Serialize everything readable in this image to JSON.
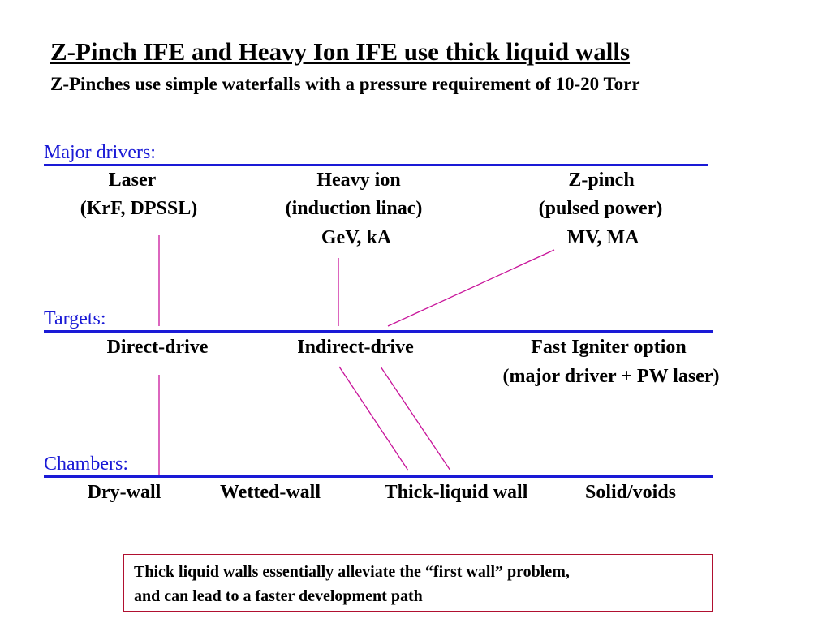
{
  "title": "Z-Pinch IFE and Heavy Ion IFE use thick liquid walls",
  "subtitle": "Z-Pinches use simple waterfalls with a pressure requirement of 10-20 Torr",
  "sections": {
    "drivers": {
      "label": "Major drivers:",
      "items": [
        {
          "name": "Laser",
          "detail": "(KrF, DPSSL)",
          "extra": ""
        },
        {
          "name": "Heavy ion",
          "detail": "(induction linac)",
          "extra": "GeV,  kA"
        },
        {
          "name": "Z-pinch",
          "detail": "(pulsed power)",
          "extra": "MV,  MA"
        }
      ]
    },
    "targets": {
      "label": "Targets:",
      "items": [
        {
          "name": "Direct-drive",
          "detail": ""
        },
        {
          "name": "Indirect-drive",
          "detail": ""
        },
        {
          "name": "Fast Igniter option",
          "detail": "(major driver + PW laser)"
        }
      ]
    },
    "chambers": {
      "label": "Chambers:",
      "items": [
        {
          "name": "Dry-wall"
        },
        {
          "name": "Wetted-wall"
        },
        {
          "name": "Thick-liquid wall"
        },
        {
          "name": "Solid/voids"
        }
      ]
    }
  },
  "note": {
    "line1": "Thick liquid walls essentially alleviate the “first wall” problem,",
    "line2": "and can lead to a faster development path"
  },
  "colors": {
    "section_label": "#1a1ad6",
    "connector": "#c8149a",
    "note_border": "#b01030"
  }
}
